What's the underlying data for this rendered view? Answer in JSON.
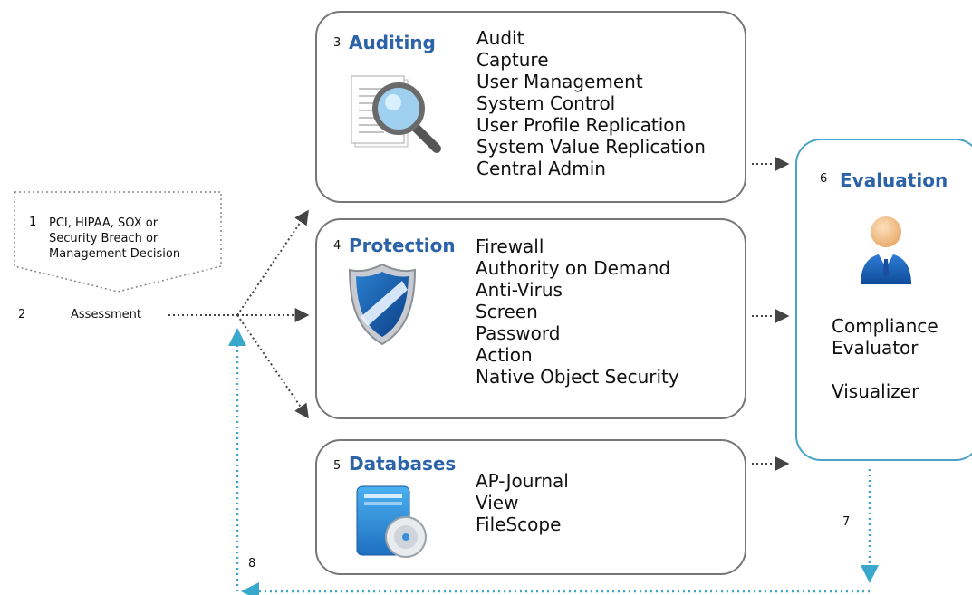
{
  "trigger": {
    "number": "1",
    "lines": [
      "PCI, HIPAA, SOX or",
      "Security Breach or",
      "Management Decision"
    ]
  },
  "assessment": {
    "number": "2",
    "label": "Assessment"
  },
  "auditing": {
    "number": "3",
    "title": "Auditing",
    "items": [
      "Audit",
      "Capture",
      "User Management",
      "System Control",
      "User Profile Replication",
      "System Value Replication",
      "Central Admin"
    ]
  },
  "protection": {
    "number": "4",
    "title": "Protection",
    "items": [
      "Firewall",
      "Authority on Demand",
      "Anti-Virus",
      "Screen",
      "Password",
      "Action",
      "Native Object Security"
    ]
  },
  "databases": {
    "number": "5",
    "title": "Databases",
    "items": [
      "AP-Journal",
      "View",
      "FileScope"
    ]
  },
  "evaluation": {
    "number": "6",
    "title": "Evaluation",
    "items": [
      "Compliance",
      "Evaluator",
      "Visualizer"
    ]
  },
  "loop": {
    "down_number": "7",
    "back_number": "8"
  },
  "colors": {
    "title_blue": "#2b62a8",
    "evaluation_border": "#4aa3c8",
    "loop_arrow": "#3aa7cc",
    "box_border": "#777777",
    "dotted_arrow": "#444444"
  },
  "icons": {
    "auditing": "magnifier-document-icon",
    "protection": "shield-icon",
    "databases": "database-disc-icon",
    "evaluation": "person-icon"
  }
}
